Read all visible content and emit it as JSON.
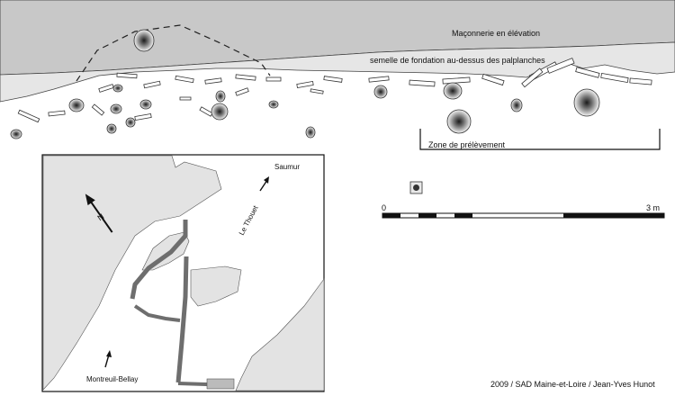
{
  "labels": {
    "masonry": "Maçonnerie en élévation",
    "foundation": "semelle de fondation au-dessus des palplanches",
    "sampling_zone": "Zone de prélèvement",
    "town_saumur": "Saumur",
    "town_montreuil": "Montreuil-Bellay",
    "river": "Le Thouet",
    "north": "N"
  },
  "scale_bar": {
    "start_label": "0",
    "end_label": "3 m"
  },
  "credit": "2009 / SAD Maine-et-Loire / Jean-Yves Hunot",
  "colors": {
    "masonry_fill": "#c8c8c8",
    "inset_fill": "#e3e3e3",
    "channel_fill": "#6e6e6e",
    "ink": "#111111"
  }
}
